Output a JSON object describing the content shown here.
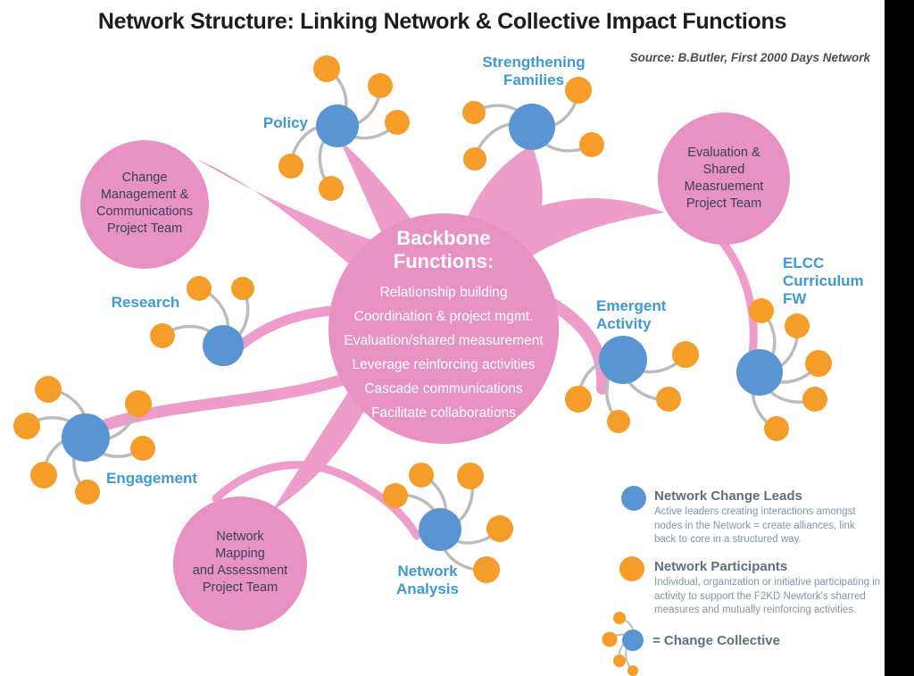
{
  "title": "Network Structure: Linking Network & Collective Impact Functions",
  "source": "Source: B.Butler, First 2000 Days Network",
  "backbone": {
    "heading": "Backbone\nFunctions:",
    "functions": [
      "Relationship building",
      "Coordination & project mgmt.",
      "Evaluation/shared measurement",
      "Leverage reinforcing activities",
      "Cascade communications",
      "Facilitate collaborations"
    ]
  },
  "clusters": {
    "policy": "Policy",
    "strengthening_families": "Strengthening\nFamilies",
    "research": "Research",
    "engagement": "Engagement",
    "network_analysis": "Network\nAnalysis",
    "emergent_activity": "Emergent\nActivity",
    "elcc": "ELCC\nCurriculum\nFW"
  },
  "project_teams": {
    "change_management": "Change\nManagement &\nCommunications\nProject Team",
    "evaluation": "Evaluation &\nShared\nMeasruement\nProject Team",
    "network_mapping": "Network\nMapping\nand Assessment\nProject Team"
  },
  "legend": {
    "change_leads": {
      "label": "Network Change Leads",
      "description": "Active leaders creating interactions amongst\nnodes in the Network = create alliances, link\nback to core in a structured way."
    },
    "participants": {
      "label": "Network Participants",
      "description": "Individual, organization or initiative participating in\nactivity to support the F2KD Newtork's sharred\nmeasures and mutually reinforcing activities."
    },
    "change_collective": "= Change Collective"
  },
  "colors": {
    "node_blue": "#5995d3",
    "participant_orange": "#f59d28",
    "pink_core": "#e892c3",
    "pink_swoosh": "#ee9cc9",
    "tendril_gray": "#bcbcbc",
    "label_blue": "#3e9ad4",
    "team_text_navy": "#3a4160"
  }
}
